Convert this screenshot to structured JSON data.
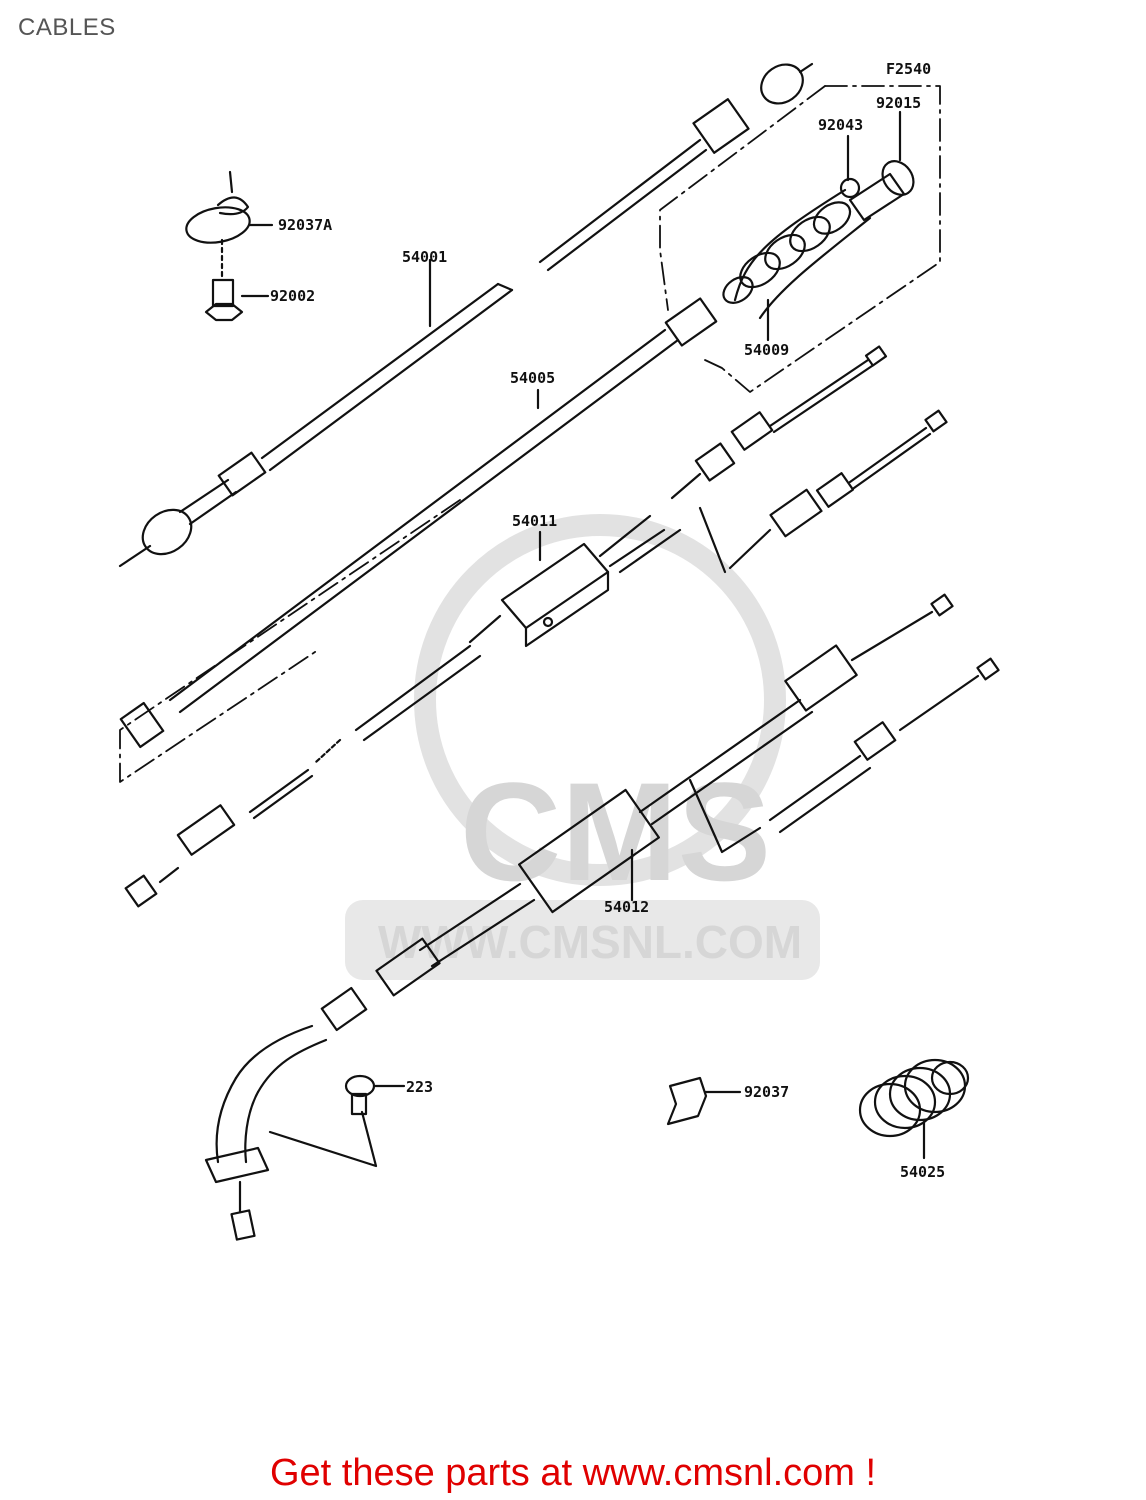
{
  "page": {
    "title": "CABLES"
  },
  "diagram": {
    "figure_code": "F2540",
    "parts": {
      "p92037A": "92037A",
      "p92002": "92002",
      "p54001": "54001",
      "p54005": "54005",
      "p92015": "92015",
      "p92043": "92043",
      "p54009": "54009",
      "p54011": "54011",
      "p54012": "54012",
      "p223": "223",
      "p92037": "92037",
      "p54025": "54025"
    }
  },
  "watermark": {
    "brand": "CMS",
    "url": "WWW.CMSNL.COM"
  },
  "footer": {
    "cta": "Get these parts at www.cmsnl.com !"
  },
  "colors": {
    "cta": "#e00000",
    "line": "#111111",
    "watermark": "#d6d6d6"
  }
}
